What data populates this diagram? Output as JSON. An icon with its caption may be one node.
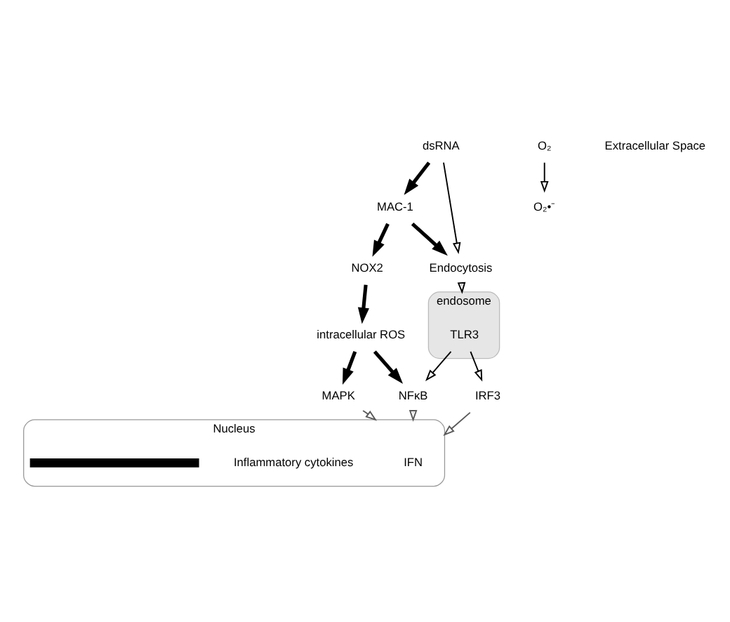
{
  "diagram": {
    "nodes": [
      {
        "text": [
          "dsRNA"
        ]
      },
      {
        "text": [
          "O₂"
        ]
      },
      {
        "text": [
          "O₂•⁻"
        ]
      },
      {
        "text": [
          "MAC-1"
        ]
      },
      {
        "text": [
          "NOX2"
        ]
      },
      {
        "text": [
          "Endocytosis"
        ]
      },
      {
        "text": [
          "endosome"
        ]
      },
      {
        "text": [
          "TLR3"
        ],
        "in": 6
      },
      {
        "text": [
          "intracellular ROS"
        ]
      },
      {
        "text": [
          "NFκB"
        ]
      },
      {
        "text": [
          "IRF3"
        ]
      },
      {
        "text": [
          "MAPK"
        ]
      },
      {
        "text": [
          "Nucleus"
        ]
      },
      {
        "text": [
          "IFN"
        ],
        "in": 12
      },
      {
        "text": [
          "Inflammatory cytokines"
        ],
        "in": 12
      },
      {
        "text": [],
        "shape": "bar",
        "in": 12
      }
    ],
    "edges": [
      {
        "from": 0,
        "to": 5,
        "arrow": "to"
      },
      {
        "from": 0,
        "to": 3,
        "arrow": "to",
        "style": "thick"
      },
      {
        "from": 1,
        "to": 2,
        "arrow": "to"
      },
      {
        "from": 3,
        "to": 5,
        "arrow": "to",
        "style": "thick"
      },
      {
        "from": 3,
        "to": 4,
        "arrow": "to",
        "style": "thick"
      },
      {
        "from": 4,
        "to": 8,
        "arrow": "to",
        "style": "thick"
      },
      {
        "from": 5,
        "to": 6,
        "arrow": "to"
      },
      {
        "from": 7,
        "to": 10,
        "arrow": "to"
      },
      {
        "from": 7,
        "to": 9,
        "arrow": "to"
      },
      {
        "from": 8,
        "to": 9,
        "arrow": "to",
        "style": "thick"
      },
      {
        "from": 8,
        "to": 11,
        "arrow": "to",
        "style": "thick"
      },
      {
        "from": 10,
        "to": 12,
        "arrow": "to",
        "color": "#595959"
      },
      {
        "from": 9,
        "to": 12,
        "arrow": "to",
        "color": "#595959"
      },
      {
        "from": 11,
        "to": 12,
        "arrow": "to",
        "color": "#595959"
      }
    ],
    "labels": [
      "Extracellular Space"
    ]
  }
}
